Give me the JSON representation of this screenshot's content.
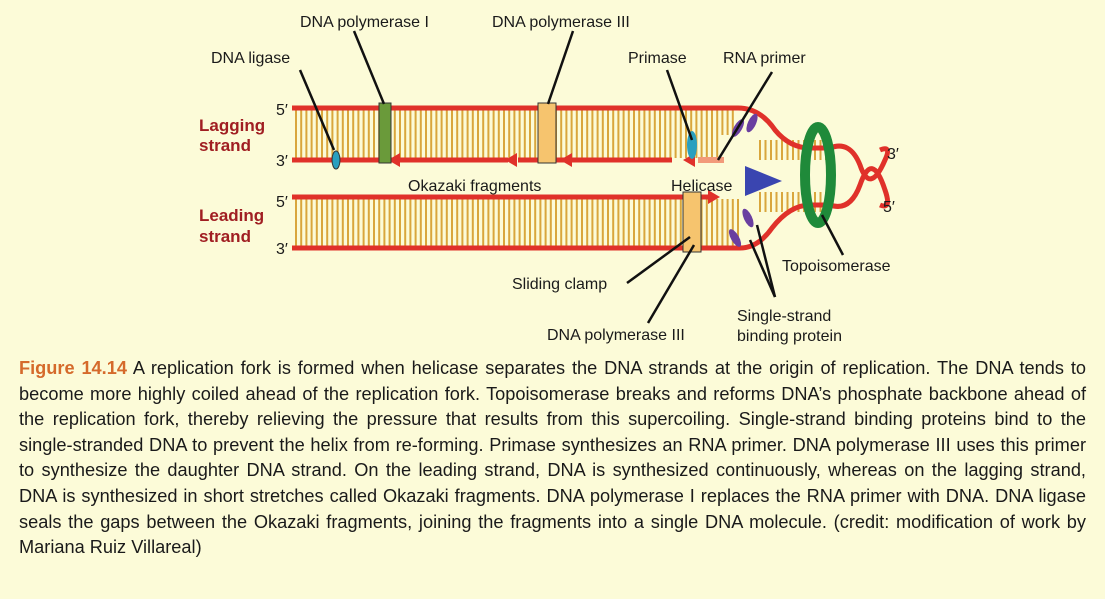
{
  "diagram": {
    "labels": {
      "dna_polymerase_i": "DNA polymerase I",
      "dna_polymerase_iii_top": "DNA polymerase III",
      "dna_ligase": "DNA ligase",
      "primase": "Primase",
      "rna_primer": "RNA primer",
      "okazaki_fragments": "Okazaki fragments",
      "helicase": "Helicase",
      "sliding_clamp": "Sliding clamp",
      "dna_polymerase_iii_bottom": "DNA polymerase III",
      "topoisomerase": "Topoisomerase",
      "single_strand_line1": "Single-strand",
      "single_strand_line2": "binding protein"
    },
    "strand_labels": {
      "lagging_line1": "Lagging",
      "lagging_line2": "strand",
      "leading_line1": "Leading",
      "leading_line2": "strand"
    },
    "ends": {
      "lagging_5": "5′",
      "lagging_3": "3′",
      "leading_5": "5′",
      "leading_3": "3′",
      "helix_3": "3′",
      "helix_5": "5′"
    },
    "colors": {
      "background": "#fcfbd8",
      "backbone": "#e0312a",
      "base": "#d9a63c",
      "polymerase_i": "#6a9a3a",
      "polymerase_iii": "#f6c46e",
      "ligase": "#2a9fbf",
      "ssb": "#6a3fa0",
      "helicase": "#3a45b0",
      "topoisomerase": "#1f8a3a",
      "figure_label": "#d56a2b"
    }
  },
  "caption": {
    "figure_label": "Figure 14.14",
    "text": "A replication fork is formed when helicase separates the DNA strands at the origin of replication. The DNA tends to become more highly coiled ahead of the replication fork. Topoisomerase breaks and reforms DNA’s phosphate backbone ahead of the replication fork, thereby relieving the pressure that results from this supercoiling. Single-strand binding proteins bind to the single-stranded DNA to prevent the helix from re-forming. Primase synthesizes an RNA primer. DNA polymerase III uses this primer to synthesize the daughter DNA strand. On the leading strand, DNA is synthesized continuously, whereas on the lagging strand, DNA is synthesized in short stretches called Okazaki fragments. DNA polymerase I replaces the RNA primer with DNA. DNA ligase seals the gaps between the Okazaki fragments, joining the fragments into a single DNA molecule. (credit: modification of work by Mariana Ruiz Villareal)"
  }
}
